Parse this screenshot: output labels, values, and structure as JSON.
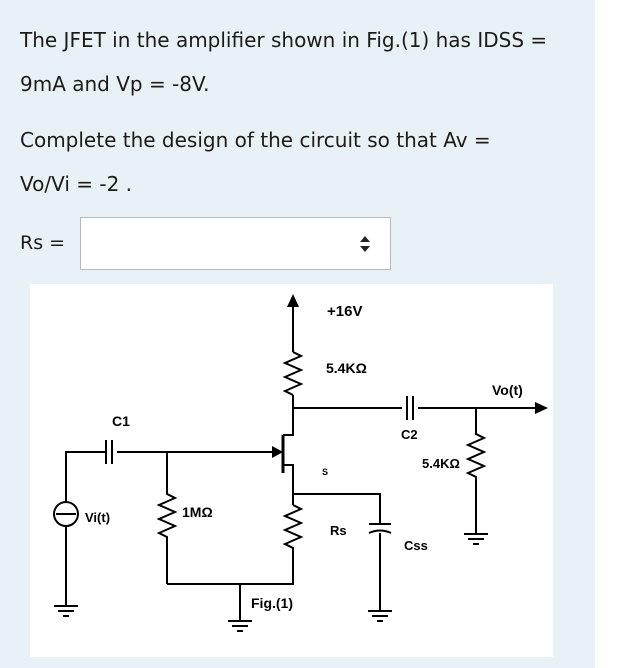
{
  "question": {
    "line1": "The JFET in the amplifier shown in Fig.(1) has IDSS =",
    "line2": "9mA and Vp = -8V.",
    "line3": "Complete the design of the circuit so that Av =",
    "line4": "Vo/Vi = -2 ."
  },
  "answer": {
    "label": "Rs =",
    "selected_value": ""
  },
  "figure": {
    "supply": "+16V",
    "rd": "5.4KΩ",
    "output": "Vo(t)",
    "c1": "C1",
    "c2": "C2",
    "rl": "5.4KΩ",
    "source_pin": "S",
    "input": "Vi(t)",
    "rg": "1MΩ",
    "rs": "Rs",
    "cs": "Css",
    "caption": "Fig.(1)"
  },
  "colors": {
    "panel_background": "#e8f2f6",
    "text": "#1b1b1b",
    "circuit": "#000000"
  }
}
